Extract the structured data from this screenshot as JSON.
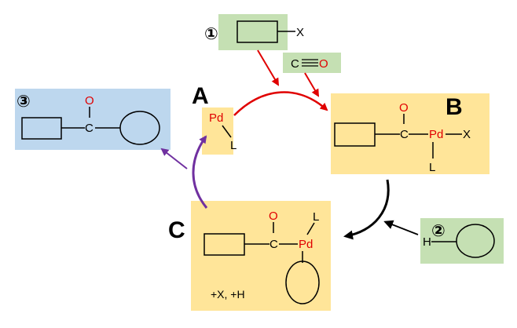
{
  "labels": {
    "A": "A",
    "B": "B",
    "C": "C"
  },
  "atoms": {
    "pd": "Pd",
    "ligand": "L",
    "halide": "X",
    "hydrogen": "H",
    "carbon": "C",
    "oxygen": "O"
  },
  "numbers": {
    "one": "①",
    "two": "②",
    "three": "③"
  },
  "note_c": "+X, +H",
  "colors": {
    "green_box": "#c5e0b3",
    "blue_box": "#bdd7ee",
    "yellow_box": "#ffe599",
    "red": "#e00000",
    "purple": "#7030a0",
    "black": "#000000"
  }
}
